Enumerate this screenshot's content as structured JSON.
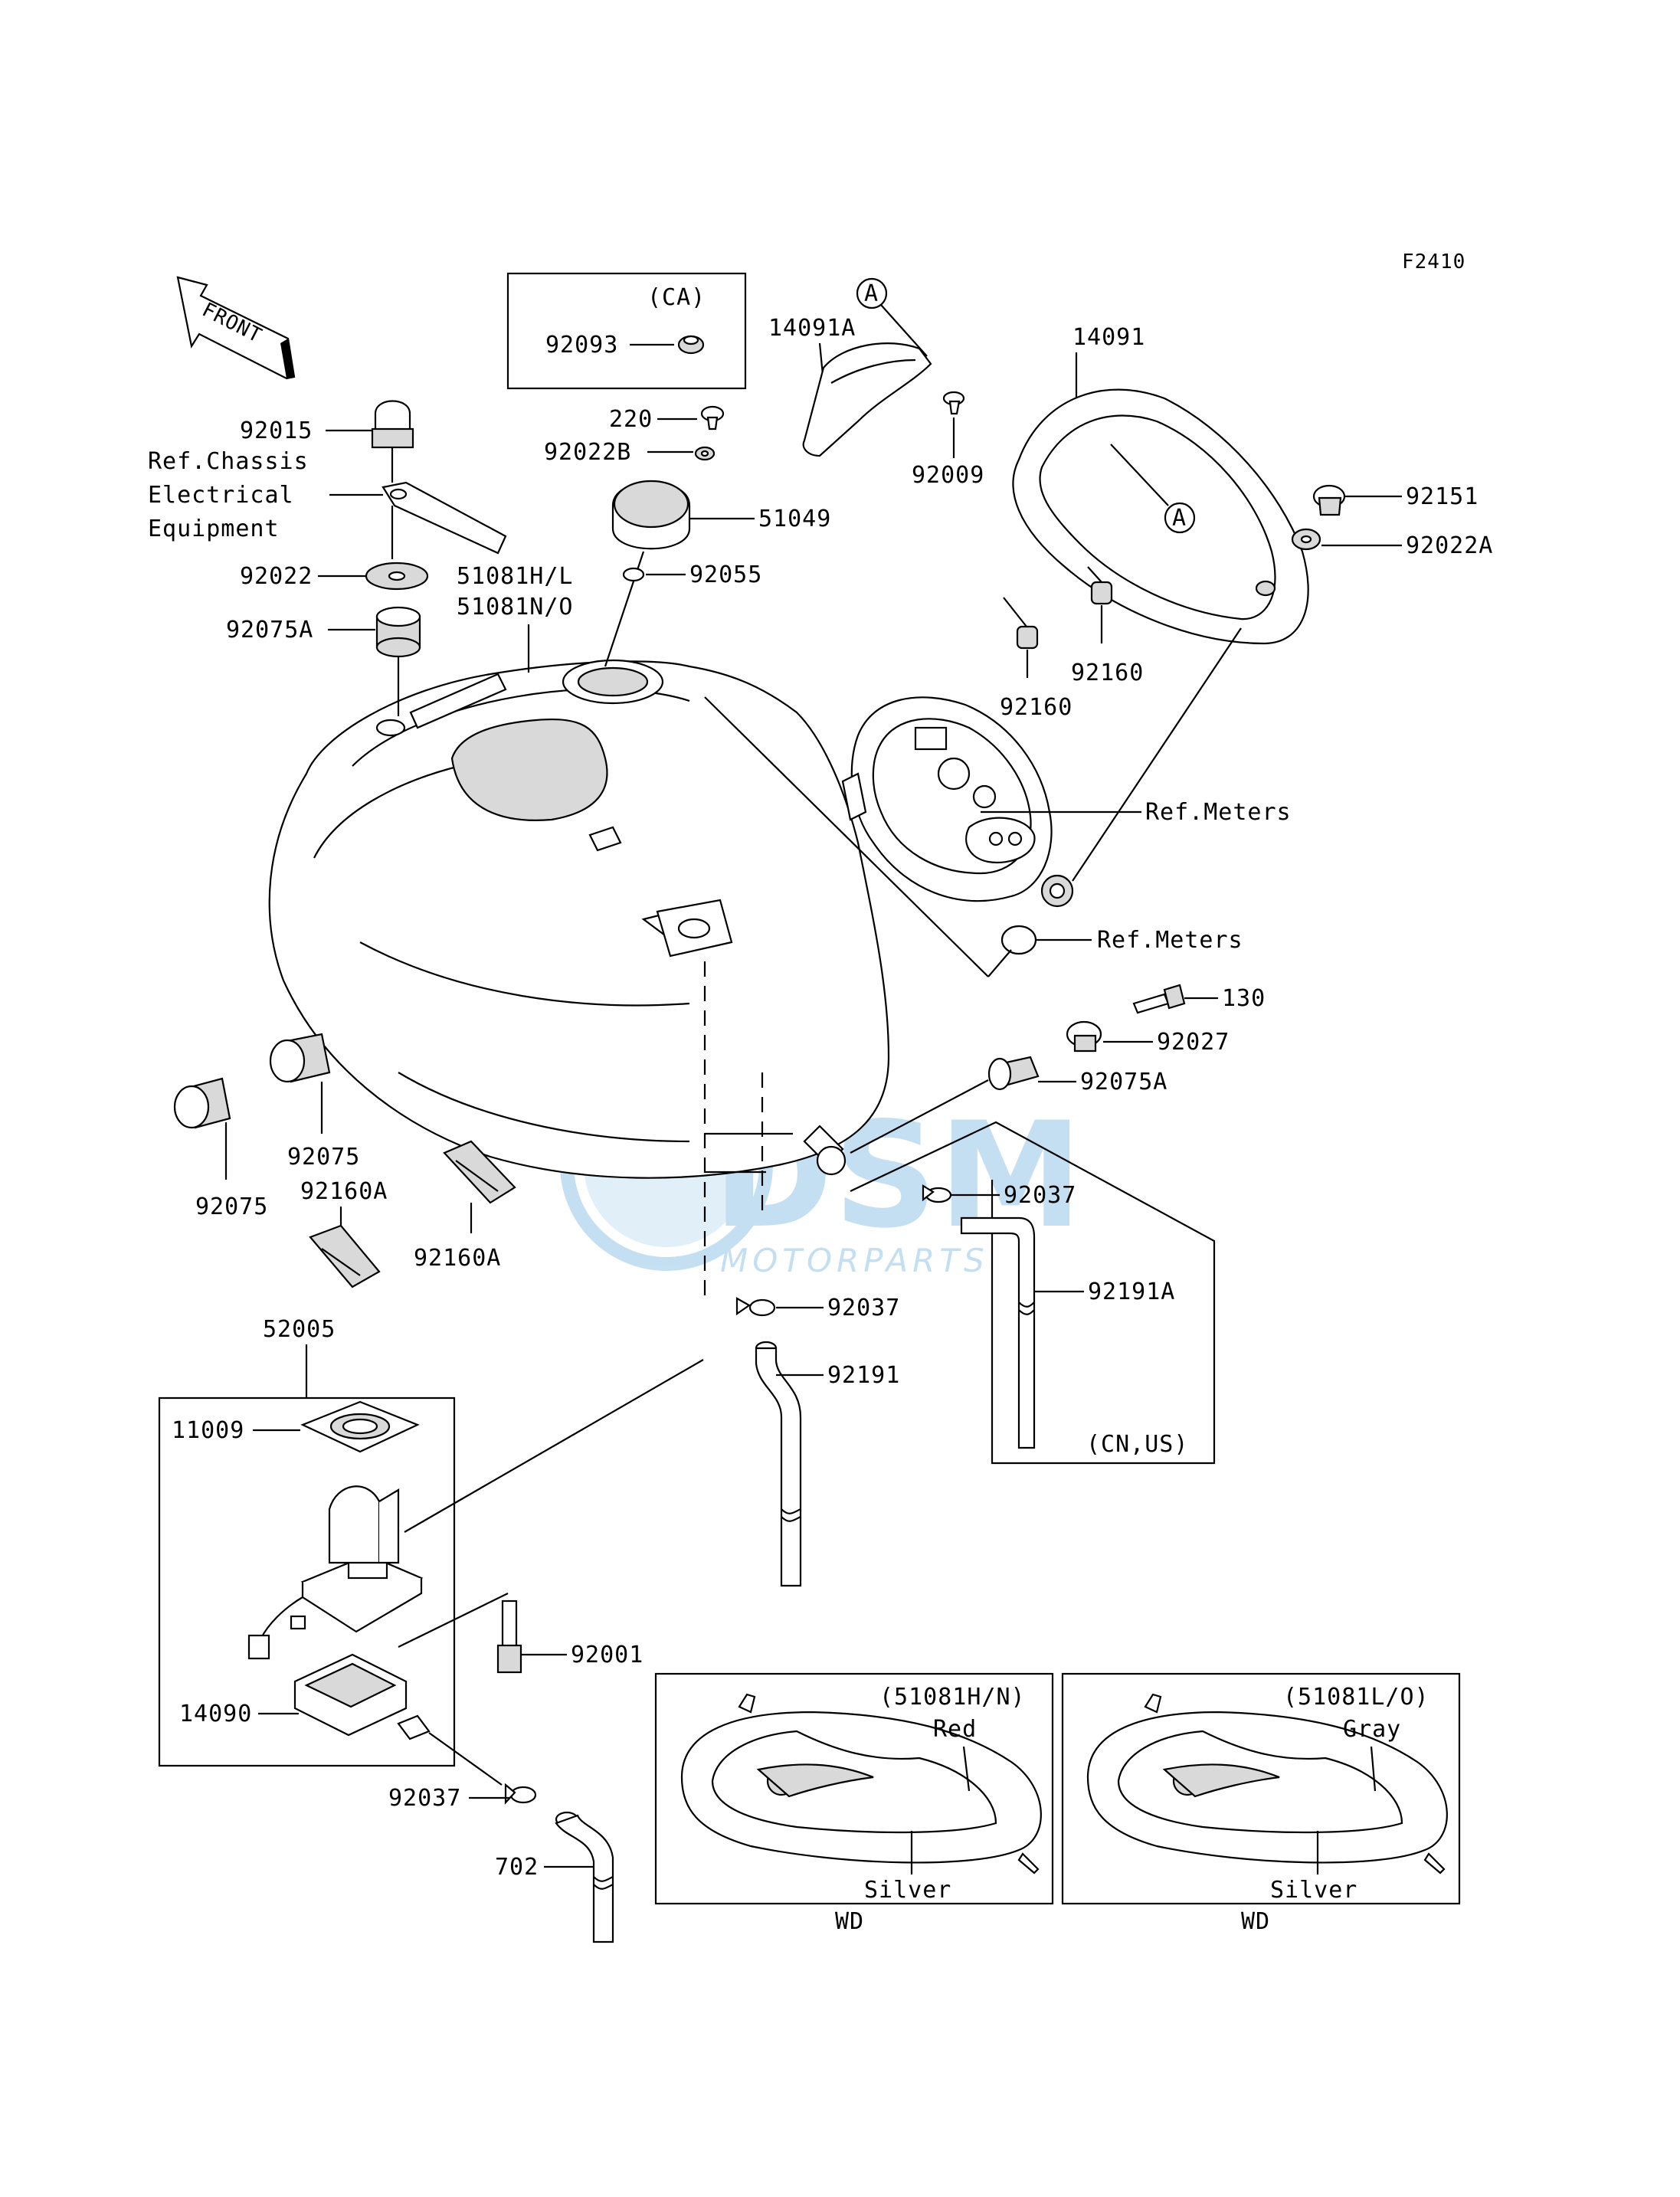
{
  "figure_code": "F2410",
  "front_arrow_label": "FRONT",
  "watermark": {
    "brand": "DSM",
    "sub": "MOTORPARTS"
  },
  "colors": {
    "line": "#000000",
    "watermark": "#5aa6d8"
  },
  "callouts": {
    "p92015": "92015",
    "ref_chassis_1": "Ref.Chassis",
    "ref_chassis_2": "Electrical",
    "ref_chassis_3": "Equipment",
    "p92022": "92022",
    "p92075A_top": "92075A",
    "p51081HL": "51081H/L",
    "p51081NO": "51081N/O",
    "ca_box_title": "(CA)",
    "p92093": "92093",
    "p220": "220",
    "p92022B": "92022B",
    "p51049": "51049",
    "p92055": "92055",
    "p14091A": "14091A",
    "circle_a_1": "A",
    "p92009": "92009",
    "p14091": "14091",
    "circle_a_2": "A",
    "p92151": "92151",
    "p92022A": "92022A",
    "p92160_r": "92160",
    "p92160_l": "92160",
    "ref_meters_1": "Ref.Meters",
    "ref_meters_2": "Ref.Meters",
    "p130": "130",
    "p92027": "92027",
    "p92075A_r": "92075A",
    "p92037_r": "92037",
    "p92191A": "92191A",
    "cn_us": "(CN,US)",
    "p92075_1": "92075",
    "p92075_2": "92075",
    "p92160A_1": "92160A",
    "p92160A_2": "92160A",
    "p92037_m": "92037",
    "p92191": "92191",
    "p52005": "52005",
    "p11009": "11009",
    "p92001": "92001",
    "p14090": "14090",
    "p92037_b": "92037",
    "p702": "702",
    "inset1_code": "(51081H/N)",
    "inset1_color1": "Red",
    "inset1_color2": "Silver",
    "inset1_wd": "WD",
    "inset2_code": "(51081L/O)",
    "inset2_color1": "Gray",
    "inset2_color2": "Silver",
    "inset2_wd": "WD"
  }
}
